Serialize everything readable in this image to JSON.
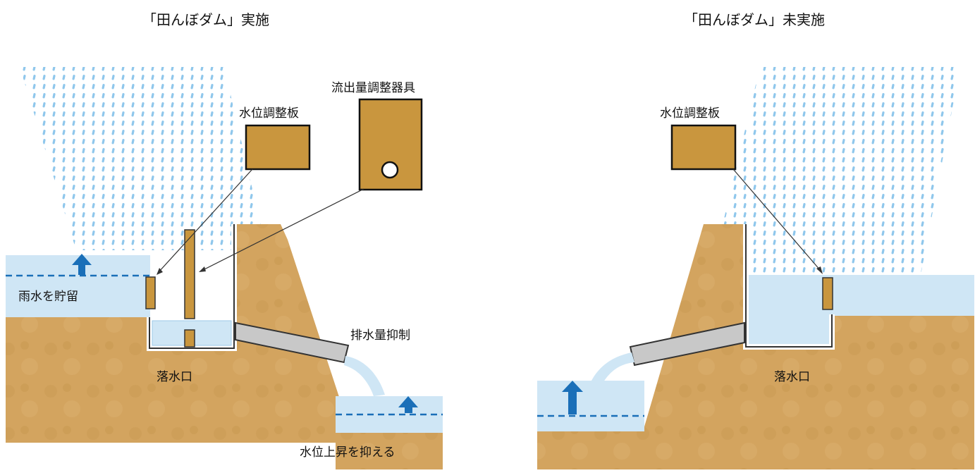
{
  "left": {
    "title": "「田んぼダム」実施",
    "board_label": "水位調整板",
    "outflow_device_label": "流出量調整器具",
    "storage_label": "雨水を貯留",
    "drain_label": "落水口",
    "discharge_label": "排水量抑制",
    "river_label": "水位上昇を抑える"
  },
  "right": {
    "title": "「田んぼダム」未実施",
    "board_label": "水位調整板",
    "drain_label": "落水口"
  },
  "colors": {
    "soil": "#d3a45f",
    "soil_dark": "#b8843f",
    "water": "#cfe6f5",
    "water_edge": "#9cc9e8",
    "rain": "#8fc7ec",
    "board": "#c9963e",
    "arrow": "#1a6fb8",
    "pipe": "#c8c8c8"
  }
}
